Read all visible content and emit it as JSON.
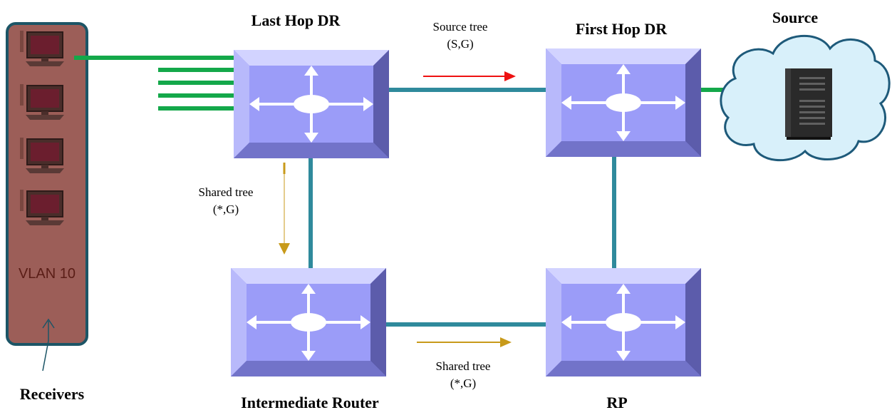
{
  "nodes": {
    "last_hop_dr": "Last Hop DR",
    "first_hop_dr": "First Hop DR",
    "intermediate_router": "Intermediate Router",
    "rp": "RP",
    "source": "Source",
    "receivers": "Receivers"
  },
  "vlan_label": "VLAN 10",
  "edge_labels": {
    "source_tree": [
      "Source tree",
      "(S,G)"
    ],
    "shared_tree_left": [
      "Shared tree",
      "(*,G)"
    ],
    "shared_tree_bottom": [
      "Shared tree",
      "(*,G)"
    ]
  },
  "colors": {
    "switch_face": "#9b9cf8",
    "switch_front": "#8a8bf0",
    "switch_light": "#c5c6ff",
    "switch_dark": "#5a5aa8",
    "link": "#2f8a9c",
    "access_link": "#14a84a",
    "source_arrow": "#ee1111",
    "shared_arrow": "#c89a1a",
    "vlan_fill": "#9c5e58",
    "vlan_border": "#1c5566",
    "cloud_fill": "#d8f0fa",
    "cloud_stroke": "#1e5a7a"
  }
}
